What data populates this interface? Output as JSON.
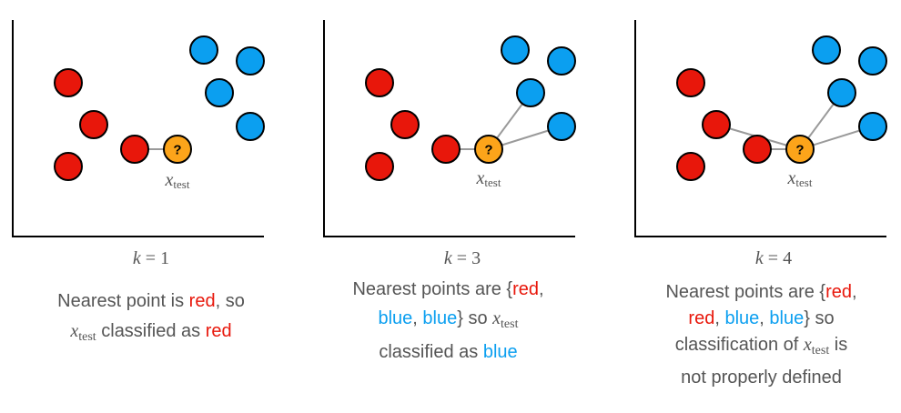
{
  "colors": {
    "red": "#e8170b",
    "blue": "#0b9ff0",
    "test": "#fca41a",
    "edge": "#9a9a9a",
    "text": "#555555"
  },
  "panels": [
    {
      "k_var": "k",
      "k_eq": " = 1",
      "test_mark": "?",
      "test_var": "x",
      "test_sub": "test",
      "caption": {
        "l1": "Nearest point is ",
        "l1_red": "red",
        "l1_end": ", so",
        "l2_var": "x",
        "l2_sub": "test",
        "l2": " classified as ",
        "l2_red": "red"
      }
    },
    {
      "k_var": "k",
      "k_eq": " = 3",
      "test_mark": "?",
      "test_var": "x",
      "test_sub": "test",
      "caption": {
        "l1": "Nearest points are {",
        "l1_red": "red",
        "l1_end": ",",
        "l2_blue1": "blue",
        "l2_sep": ", ",
        "l2_blue2": "blue",
        "l2_mid": "} so ",
        "l2_var": "x",
        "l2_sub": "test",
        "l3": "classified as ",
        "l3_blue": "blue"
      }
    },
    {
      "k_var": "k",
      "k_eq": " = 4",
      "test_mark": "?",
      "test_var": "x",
      "test_sub": "test",
      "caption": {
        "l1": "Nearest points are {",
        "l1_red": "red",
        "l1_end": ",",
        "l2_red": "red",
        "l2_sep1": ", ",
        "l2_blue1": "blue",
        "l2_sep2": ", ",
        "l2_blue2": "blue",
        "l2_end": "} so",
        "l3": "classification of ",
        "l3_var": "x",
        "l3_sub": "test",
        "l3_end": " is",
        "l4": "not properly defined"
      }
    }
  ]
}
